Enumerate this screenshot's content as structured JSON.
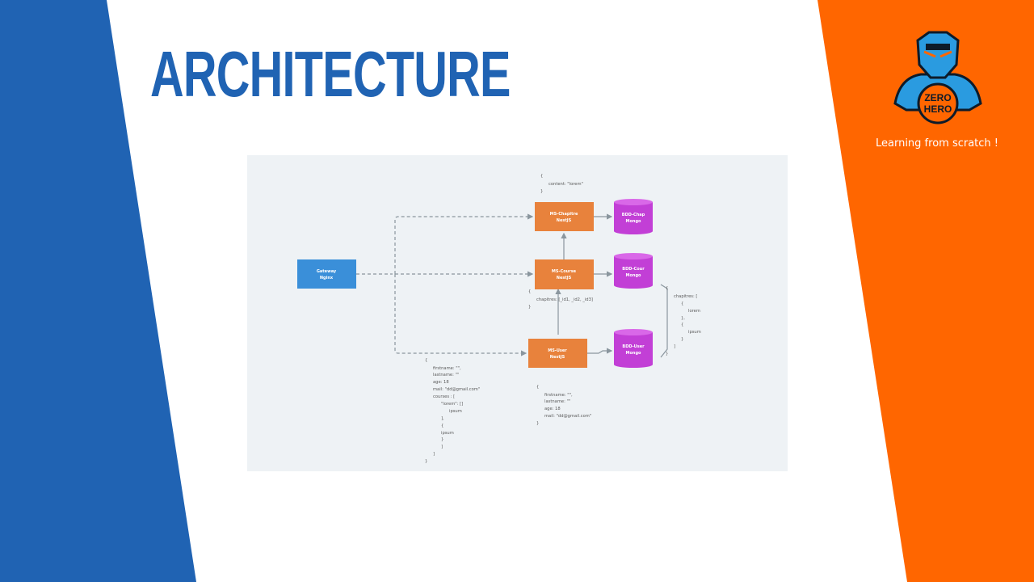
{
  "slide": {
    "title": "ARCHITECTURE",
    "tagline": "Learning from scratch !",
    "logo": {
      "lines": [
        "ZERO",
        "HERO"
      ],
      "icon": "superhero-mascot"
    }
  },
  "colors": {
    "blue_band": "#2063b3",
    "orange_band": "#ff6600",
    "service_box": "#e8823c",
    "gateway_box": "#3a8fd9",
    "database": "#c23fd6",
    "arrow": "#8a969e"
  },
  "diagram": {
    "gateway": {
      "line1": "Gateway",
      "line2": "Nginx"
    },
    "services": [
      {
        "id": "chapitre",
        "line1": "MS-Chapitre",
        "line2": "NestJS"
      },
      {
        "id": "course",
        "line1": "MS-Course",
        "line2": "NestJS"
      },
      {
        "id": "user",
        "line1": "MS-User",
        "line2": "NestJS"
      }
    ],
    "databases": [
      {
        "id": "chap",
        "line1": "BDD-Chap",
        "line2": "Mongo"
      },
      {
        "id": "cour",
        "line1": "BDD-Cour",
        "line2": "Mongo"
      },
      {
        "id": "user",
        "line1": "BDD-User",
        "line2": "Mongo"
      }
    ],
    "json_chapitre": [
      "{",
      "content: \"lorem\"",
      "}"
    ],
    "json_course": [
      "{",
      "chapitres: [_id1, _id2, _id3]",
      "}"
    ],
    "json_course_db": [
      "{",
      "chapitres: [",
      "{",
      "lorem",
      "},",
      "{",
      "ipsum",
      "}",
      "]",
      "}"
    ],
    "json_user_gateway": [
      "{",
      "firstname: \"\",",
      "lastname: \"\"",
      "age: 18",
      "mail: \"dd@gmail.com\"",
      "courses : [",
      "\"lorem\": []",
      "ipsum",
      "],",
      "{",
      "ipsum",
      "}",
      "]",
      "]",
      "}"
    ],
    "json_user": [
      "{",
      "firstname: \"\",",
      "lastname: \"\"",
      "age: 18",
      "mail: \"dd@gmail.com\"",
      "}"
    ]
  }
}
